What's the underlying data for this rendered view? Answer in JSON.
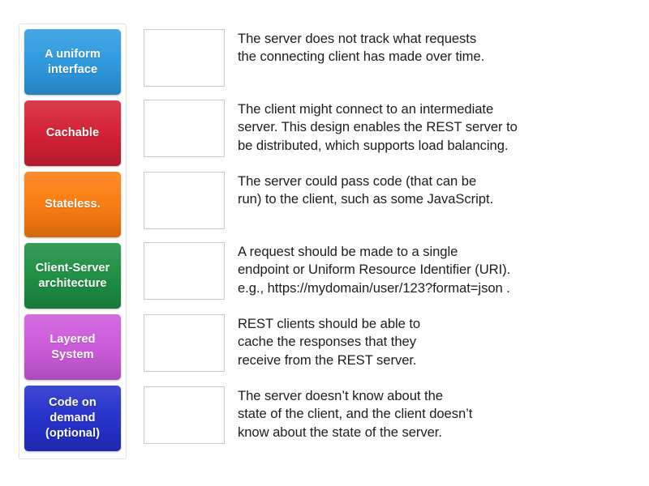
{
  "activity": {
    "type": "match-up-drag-and-drop",
    "tiles_panel": {
      "name": "draggable-tiles",
      "tiles": [
        {
          "label": "A uniform\ninterface",
          "color": "#2e9ae0"
        },
        {
          "label": "Cachable",
          "color": "#d42035"
        },
        {
          "label": "Stateless.",
          "color": "#fb7c10"
        },
        {
          "label": "Client-Server\narchitecture",
          "color": "#1d8e43"
        },
        {
          "label": "Layered\nSystem",
          "color": "#cc5adb"
        },
        {
          "label": "Code on\ndemand\n(optional)",
          "color": "#2430cc"
        }
      ]
    },
    "rows": [
      {
        "dropzone_label": "",
        "text": "The server does not track what requests\nthe connecting client has made over time."
      },
      {
        "dropzone_label": "",
        "text": "The client might connect to an intermediate\nserver. This design enables the REST server to\nbe distributed, which supports load balancing."
      },
      {
        "dropzone_label": "",
        "text": "The server could pass code (that can be\nrun) to the client, such as some JavaScript."
      },
      {
        "dropzone_label": "",
        "text": "A request should be made to a single\nendpoint or Uniform Resource Identifier (URI).\ne.g., https://mydomain/user/123?format=json ."
      },
      {
        "dropzone_label": "",
        "text": "REST clients should be able to\ncache the responses that they\nreceive from the REST server."
      },
      {
        "dropzone_label": "",
        "text": "The server doesn’t know about the\nstate of the client, and the client doesn’t\nknow about the state of the server."
      }
    ]
  }
}
